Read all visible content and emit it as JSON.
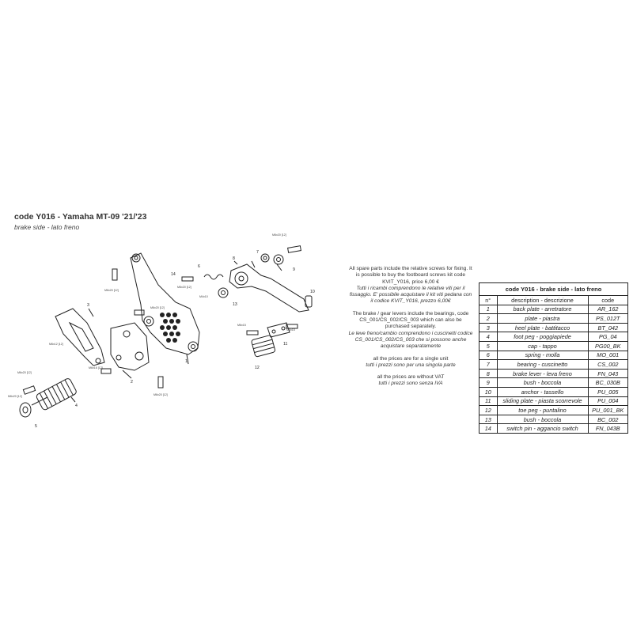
{
  "header": {
    "title": "code Y016 - Yamaha MT-09 '21/'23",
    "subtitle": "brake side - lato freno"
  },
  "diagram": {
    "callouts": [
      {
        "n": "1"
      },
      {
        "n": "2"
      },
      {
        "n": "3"
      },
      {
        "n": "4"
      },
      {
        "n": "5"
      },
      {
        "n": "6"
      },
      {
        "n": "7"
      },
      {
        "n": "8"
      },
      {
        "n": "9"
      },
      {
        "n": "10"
      },
      {
        "n": "11"
      },
      {
        "n": "12"
      },
      {
        "n": "13"
      },
      {
        "n": "14"
      }
    ],
    "labels": [
      "M6x20 [12]",
      "M6x20 [12]",
      "M6x20 [12]",
      "M6x12 [12]",
      "M6x16 [12]",
      "M6x20 [12]",
      "M6x20 [12]",
      "M4x10",
      "M6x20 [12]",
      "M6x15",
      "M6x20 [12]",
      "M6x15"
    ]
  },
  "notes": [
    {
      "en": "All spare parts include the relative screws for fixing. It is possible to buy the footboard screws kit code KVIT_Y016, price 6,00 €",
      "it": "Tutti i ricambi comprendono le relative viti per il fissaggio. E' possibile acquistare il kit viti pedana con il codice KVIT_Y016, prezzo 6,00€"
    },
    {
      "en": "The brake / gear levers include the bearings, code CS_001/CS_002/CS_003 which can also be purchased separately.",
      "it": "Le leve freno/cambio comprendono i cuscinetti codice CS_001/CS_002/CS_003 che si possono anche acquistare separatamente"
    },
    {
      "en": "all the prices are for a single unit",
      "it": "tutti i prezzi sono per una singola parte"
    },
    {
      "en": "all the prices are without VAT",
      "it": "tutti i prezzi sono senza IVA"
    }
  ],
  "parts_table": {
    "title": "code Y016 - brake side - lato freno",
    "headers": [
      "n°",
      "description - descrizione",
      "code"
    ],
    "rows": [
      [
        "1",
        "back plate - arretratore",
        "AR_162"
      ],
      [
        "2",
        "plate - piastra",
        "PS_012T"
      ],
      [
        "3",
        "heel plate - battitacco",
        "BT_042"
      ],
      [
        "4",
        "foot peg - poggiapiede",
        "PG_04"
      ],
      [
        "5",
        "cap - tappo",
        "PG00_BK"
      ],
      [
        "6",
        "spring - molla",
        "MO_001"
      ],
      [
        "7",
        "bearing - cuscinetto",
        "CS_002"
      ],
      [
        "8",
        "brake lever - leva freno",
        "FN_043"
      ],
      [
        "9",
        "bush - boccola",
        "BC_030B"
      ],
      [
        "10",
        "anchor - tassello",
        "PU_005"
      ],
      [
        "11",
        "sliding plate - piasta scorrevole",
        "PU_004"
      ],
      [
        "12",
        "toe peg - puntalino",
        "PU_001_BK"
      ],
      [
        "13",
        "bush - boccola",
        "BC_002"
      ],
      [
        "14",
        "switch pin - aggancio switch",
        "FN_043B"
      ]
    ]
  }
}
